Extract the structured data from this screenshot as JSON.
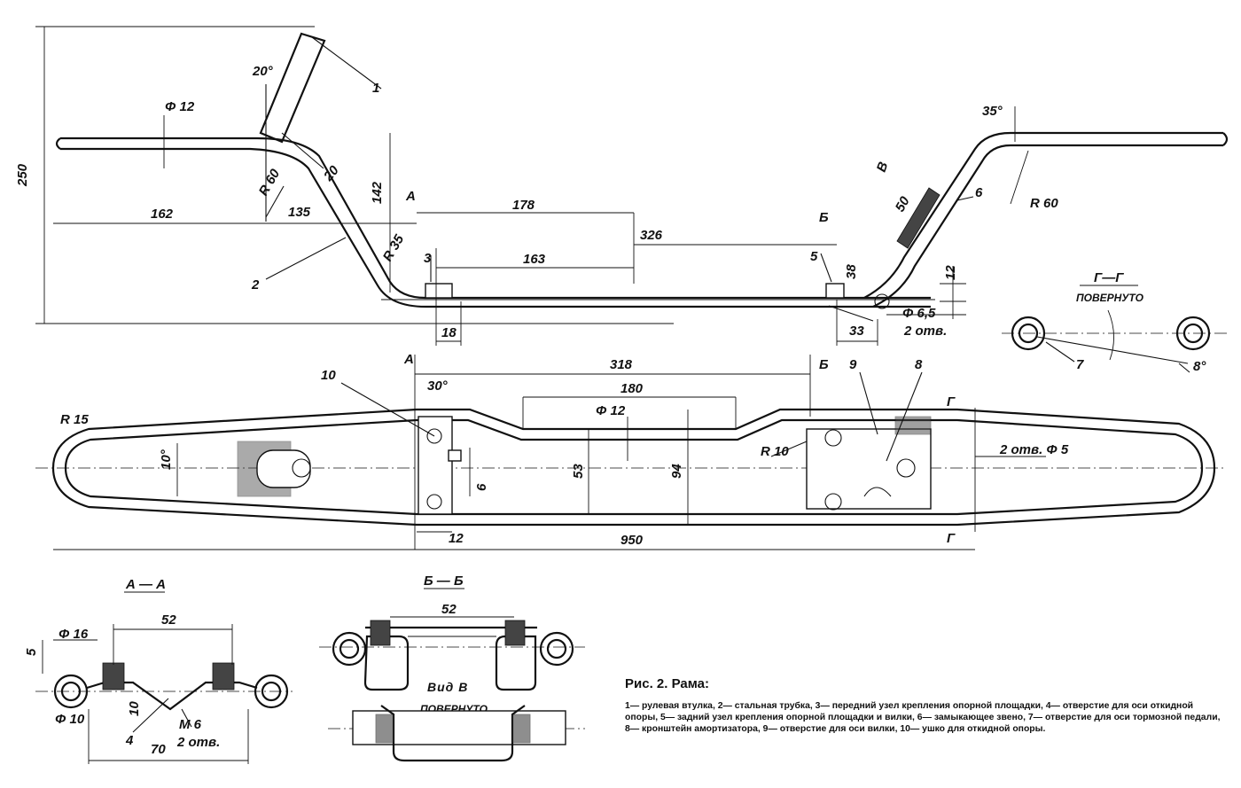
{
  "top_view": {
    "callouts": [
      "1",
      "2",
      "3",
      "5",
      "6"
    ],
    "dims": [
      "250",
      "Φ 12",
      "20°",
      "162",
      "135",
      "R 60",
      "20",
      "142",
      "R 35",
      "178",
      "326",
      "163",
      "18",
      "38",
      "12",
      "33",
      "50",
      "35°",
      "R 60",
      "Φ 6,5",
      "2 отв."
    ],
    "section_marks": [
      "А",
      "Б",
      "В"
    ]
  },
  "plan_view": {
    "callouts": [
      "10",
      "9",
      "8",
      "7"
    ],
    "dims": [
      "318",
      "30°",
      "180",
      "Φ 12",
      "R 15",
      "10°",
      "53",
      "94",
      "R 10",
      "6",
      "12",
      "950",
      "2 отв. Φ 5"
    ],
    "section_marks": [
      "А",
      "Б",
      "Г",
      "Г"
    ]
  },
  "section_gg": {
    "title": "Г—Г",
    "note": "ПОВЕРНУТО",
    "angle": "8°",
    "callout": "7"
  },
  "section_aa": {
    "title": "А — А",
    "dims": [
      "52",
      "5",
      "Φ 16",
      "Φ 10",
      "10",
      "M 6",
      "2 отв.",
      "70"
    ],
    "callout": "4"
  },
  "section_bb": {
    "title": "Б — Б",
    "dim": "52"
  },
  "view_v": {
    "title": "Вид В",
    "note": "ПОВЕРНУТО"
  },
  "caption": {
    "title": "Рис. 2. Рама:",
    "text": "1— рулевая втулка, 2— стальная трубка, 3— передний узел крепления опорной площадки, 4— отверстие для оси откидной опоры, 5— задний узел крепления опорной площадки и вилки, 6— замыкающее звено, 7— отверстие для оси тормозной педали, 8— кронштейн амортизатора, 9— отверстие для оси вилки, 10— ушко для откидной опоры."
  }
}
